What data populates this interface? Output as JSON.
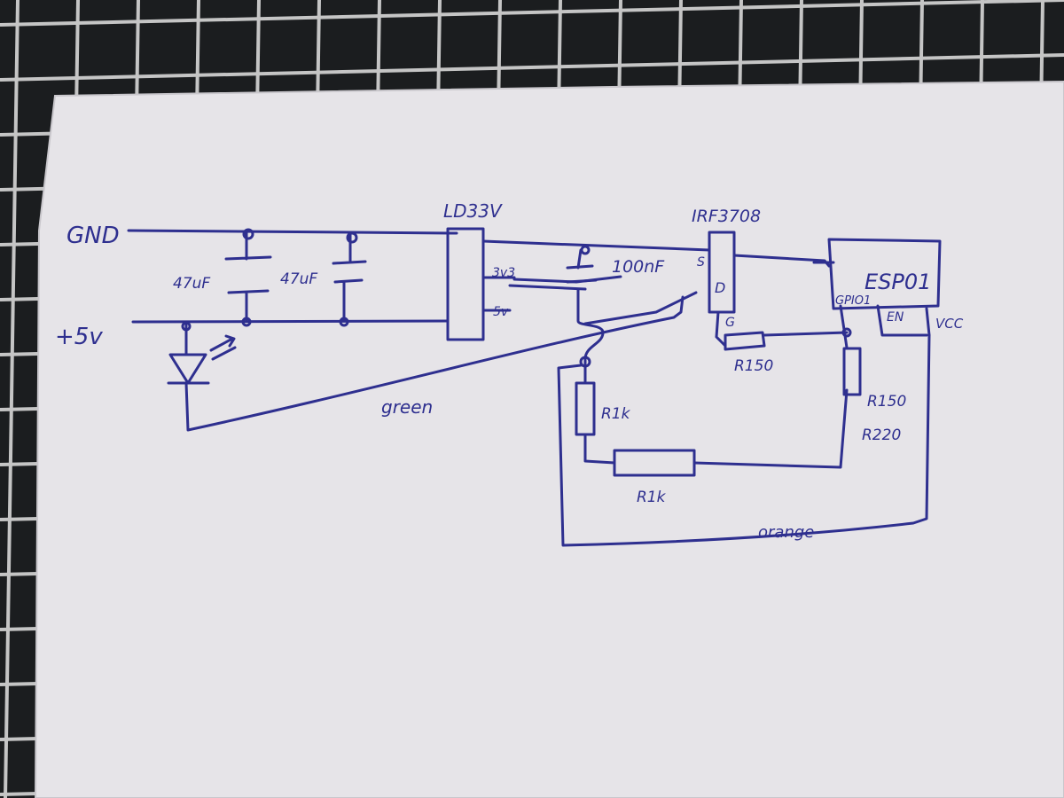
{
  "colors": {
    "ink": "#2e2f8f",
    "paper": "#e6e4e8",
    "mat": "#1b1d1f",
    "grid": "#d8d8d8"
  },
  "labels": {
    "gnd": "GND",
    "v5": "+5v",
    "cap1": "47uF",
    "cap2": "47uF",
    "regulator": "LD33V",
    "reg_pin_3v3": "3v3",
    "reg_pin_5v": "5v",
    "cap3": "100nF",
    "mosfet": "IRF3708",
    "mosfet_s": "S",
    "mosfet_d": "D",
    "mosfet_g": "G",
    "esp": "ESP01",
    "gpio": "GPIO1",
    "en": "EN",
    "vcc": "VCC",
    "r_gate": "R150",
    "r_pullup_1": "R150",
    "r_pullup_2": "R220",
    "r_divider_1": "R1k",
    "r_divider_2": "R1k",
    "wire_green": "green",
    "wire_orange": "orange"
  }
}
